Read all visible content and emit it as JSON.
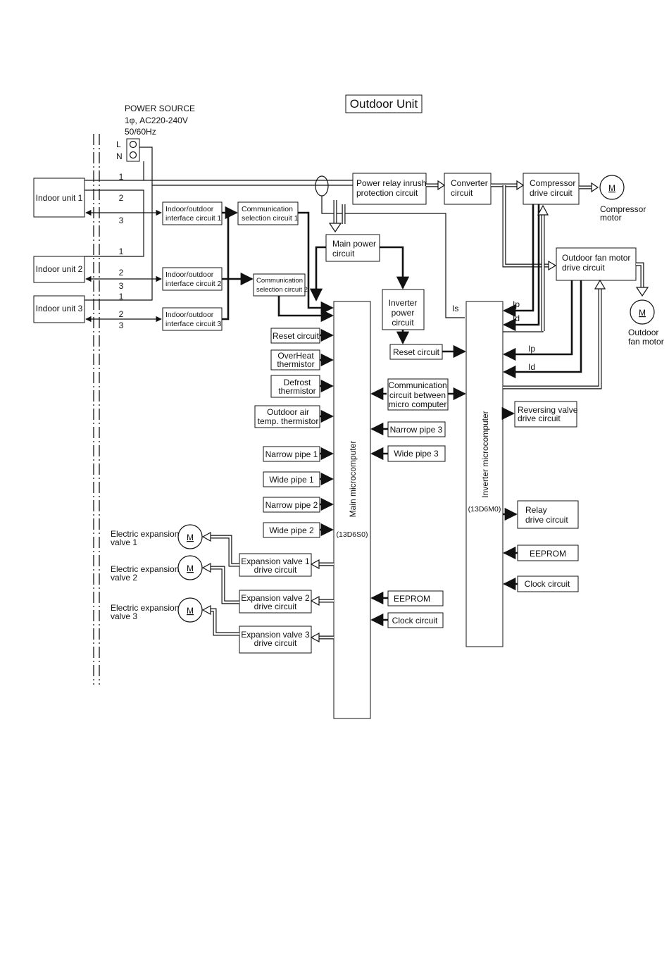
{
  "title": "Outdoor Unit",
  "power_source": {
    "line1": "POWER SOURCE",
    "line2": "1φ, AC220-240V",
    "line3": "50/60Hz",
    "terminal_L": "L",
    "terminal_N": "N"
  },
  "indoor_units": [
    {
      "label": "Indoor unit 1",
      "wires": [
        "1",
        "2",
        "3"
      ]
    },
    {
      "label": "Indoor unit 2",
      "wires": [
        "1",
        "2",
        "3"
      ]
    },
    {
      "label": "Indoor unit 3",
      "wires": [
        "1",
        "2",
        "3"
      ]
    }
  ],
  "interface_circuits": [
    [
      "Indoor/outdoor",
      "interface circuit 1"
    ],
    [
      "Indoor/outdoor",
      "interface circuit 2"
    ],
    [
      "Indoor/outdoor",
      "interface circuit 3"
    ]
  ],
  "comm_selection": [
    [
      "Communication",
      "selection circuit 1"
    ],
    [
      "Communication",
      "selection circuit 2"
    ]
  ],
  "power_relay": [
    "Power relay inrush",
    "protection circuit"
  ],
  "converter": [
    "Converter",
    "circuit"
  ],
  "compressor_drive": [
    "Compressor",
    "drive circuit"
  ],
  "compressor_motor": [
    "Compressor",
    "motor"
  ],
  "main_power": [
    "Main power",
    "circuit"
  ],
  "inverter_power": [
    "Inverter",
    "power",
    "circuit"
  ],
  "outdoor_fan_drive": [
    "Outdoor fan motor",
    "drive circuit"
  ],
  "outdoor_fan_motor": [
    "Outdoor",
    "fan motor"
  ],
  "motor_symbol": "M",
  "current_labels": {
    "is": "Is",
    "ip": "Ip",
    "id": "Id"
  },
  "main_micro": {
    "name": "Main microcomputer",
    "code": "(13D6S0)"
  },
  "inverter_micro": {
    "name": "Inverter microcomputer",
    "code": "(13D6M0)"
  },
  "main_inputs": {
    "reset": "Reset circuit",
    "overheat": [
      "OverHeat",
      "thermistor"
    ],
    "defrost": [
      "Defrost",
      "thermistor"
    ],
    "outdoor_air": [
      "Outdoor air",
      "temp. thermistor"
    ],
    "narrow_pipe_1": "Narrow pipe 1",
    "wide_pipe_1": "Wide pipe 1",
    "narrow_pipe_2": "Narrow pipe 2",
    "wide_pipe_2": "Wide pipe 2"
  },
  "middle_blocks": {
    "reset": "Reset circuit",
    "comm_between": [
      "Communication",
      "circuit between",
      "micro computer"
    ],
    "narrow_pipe_3": "Narrow pipe 3",
    "wide_pipe_3": "Wide pipe 3",
    "eeprom": "EEPROM",
    "clock": "Clock circuit"
  },
  "inverter_outputs": {
    "reversing_valve": [
      "Reversing valve",
      "drive circuit"
    ],
    "relay": [
      "Relay",
      "drive circuit"
    ],
    "eeprom": "EEPROM",
    "clock": "Clock circuit"
  },
  "expansion_drives": [
    [
      "Expansion valve 1",
      "drive circuit"
    ],
    [
      "Expansion valve 2",
      "drive circuit"
    ],
    [
      "Expansion valve 3",
      "drive circuit"
    ]
  ],
  "expansion_valves": [
    [
      "Electric expansion",
      "valve 1"
    ],
    [
      "Electric expansion",
      "valve 2"
    ],
    [
      "Electric expansion",
      "valve 3"
    ]
  ]
}
